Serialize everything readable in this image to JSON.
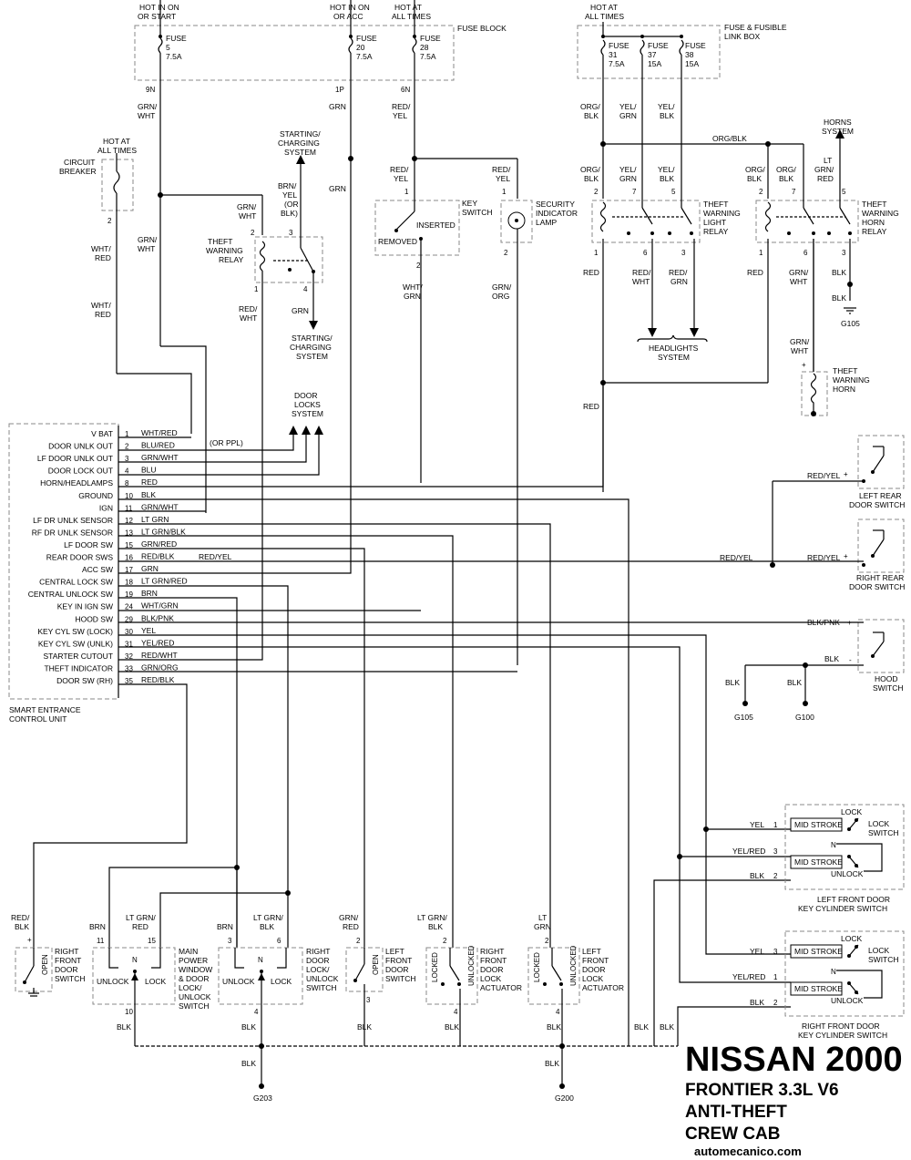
{
  "title": {
    "make": "NISSAN 2000",
    "model": "FRONTIER 3.3L V6",
    "system": "ANTI-THEFT",
    "cab": "CREW CAB",
    "site": "automecanico.com"
  },
  "fuse_block": {
    "title": "FUSE BLOCK",
    "headers": [
      [
        "HOT IN ON",
        "OR START"
      ],
      [
        "HOT IN ON",
        "OR ACC"
      ],
      [
        "HOT AT",
        "ALL TIMES"
      ]
    ],
    "fuses": [
      {
        "label": "FUSE",
        "num": "5",
        "amps": "7.5A",
        "pin": "9N",
        "wire": [
          "GRN/",
          "WHT"
        ]
      },
      {
        "label": "FUSE",
        "num": "20",
        "amps": "7.5A",
        "pin": "1P",
        "wire": [
          "GRN"
        ]
      },
      {
        "label": "FUSE",
        "num": "28",
        "amps": "7.5A",
        "pin": "6N",
        "wire": [
          "RED/",
          "YEL"
        ]
      }
    ]
  },
  "link_box": {
    "header": [
      "HOT AT",
      "ALL TIMES"
    ],
    "title": [
      "FUSE & FUSIBLE",
      "LINK BOX"
    ],
    "fuses": [
      {
        "label": "FUSE",
        "num": "31",
        "amps": "7.5A",
        "wire": [
          "ORG/",
          "BLK"
        ]
      },
      {
        "label": "FUSE",
        "num": "37",
        "amps": "15A",
        "wire": [
          "YEL/",
          "GRN"
        ]
      },
      {
        "label": "FUSE",
        "num": "38",
        "amps": "15A",
        "wire": [
          "YEL/",
          "BLK"
        ]
      }
    ]
  },
  "circuit_breaker": {
    "hot": [
      "HOT AT",
      "ALL TIMES"
    ],
    "name": [
      "CIRCUIT",
      "BREAKER"
    ],
    "pin": "2",
    "wire": [
      "WHT/",
      "RED"
    ]
  },
  "starting_charging": {
    "top": [
      "STARTING/",
      "CHARGING",
      "SYSTEM"
    ],
    "bottom": [
      "STARTING/",
      "CHARGING",
      "SYSTEM"
    ]
  },
  "theft_relay": {
    "name": [
      "THEFT",
      "WARNING",
      "RELAY"
    ],
    "pins": [
      "2",
      "3",
      "1",
      "4"
    ],
    "wires": {
      "in": [
        "GRN/",
        "WHT"
      ],
      "start": [
        "BRN/",
        "YEL",
        "(OR",
        "BLK)"
      ],
      "out1": [
        "RED/",
        "WHT"
      ],
      "out4": [
        "GRN"
      ]
    }
  },
  "key_switch": {
    "name": [
      "KEY",
      "SWITCH"
    ],
    "inserted": "INSERTED",
    "removed": "REMOVED",
    "pins": [
      "1",
      "2"
    ],
    "wire_in": [
      "RED/",
      "YEL"
    ],
    "wire_out": [
      "WHT/",
      "GRN"
    ]
  },
  "security_lamp": {
    "name": [
      "SECURITY",
      "INDICATOR",
      "LAMP"
    ],
    "pins": [
      "1",
      "2"
    ],
    "wire_in": [
      "RED/",
      "YEL"
    ],
    "wire_out": [
      "GRN/",
      "ORG"
    ]
  },
  "light_relay": {
    "name": [
      "THEFT",
      "WARNING",
      "LIGHT",
      "RELAY"
    ],
    "top_pins": [
      "2",
      "7",
      "5"
    ],
    "bottom_pins": [
      "1",
      "6",
      "3"
    ],
    "top_wires": [
      [
        "ORG/",
        "BLK"
      ],
      [
        "YEL/",
        "GRN"
      ],
      [
        "YEL/",
        "BLK"
      ]
    ],
    "bottom_wires": [
      [
        "RED"
      ],
      [
        "RED/",
        "WHT"
      ],
      [
        "RED/",
        "GRN"
      ]
    ]
  },
  "horn_relay": {
    "name": [
      "THEFT",
      "WARNING",
      "HORN",
      "RELAY"
    ],
    "top_pins": [
      "2",
      "7",
      "5"
    ],
    "bottom_pins": [
      "1",
      "6",
      "3"
    ],
    "top_wires": [
      [
        "ORG/",
        "BLK"
      ],
      [
        "ORG/",
        "BLK"
      ],
      [
        "LT",
        "GRN/",
        "RED"
      ]
    ],
    "bottom_wires": [
      [
        "RED"
      ],
      [
        "GRN/",
        "WHT"
      ],
      [
        "BLK"
      ]
    ]
  },
  "org_blk_label": "ORG/BLK",
  "horns": [
    "HORNS",
    "SYSTEM"
  ],
  "headlights": [
    "HEADLIGHTS",
    "SYSTEM"
  ],
  "theft_horn": {
    "name": [
      "THEFT",
      "WARNING",
      "HORN"
    ],
    "wire": [
      "GRN/",
      "WHT"
    ],
    "plus": "+"
  },
  "red_label": "RED",
  "door_locks": [
    "DOOR",
    "LOCKS",
    "SYSTEM"
  ],
  "or_ppl": "(OR PPL)",
  "control_unit": {
    "name": [
      "SMART ENTRANCE",
      "CONTROL UNIT"
    ],
    "pins": [
      {
        "label": "V BAT",
        "pin": "1",
        "wire": "WHT/RED"
      },
      {
        "label": "DOOR UNLK OUT",
        "pin": "2",
        "wire": "BLU/RED"
      },
      {
        "label": "LF DOOR UNLK OUT",
        "pin": "3",
        "wire": "GRN/WHT"
      },
      {
        "label": "DOOR LOCK OUT",
        "pin": "4",
        "wire": "BLU"
      },
      {
        "label": "HORN/HEADLAMPS",
        "pin": "8",
        "wire": "RED"
      },
      {
        "label": "GROUND",
        "pin": "10",
        "wire": "BLK"
      },
      {
        "label": "IGN",
        "pin": "11",
        "wire": "GRN/WHT"
      },
      {
        "label": "LF DR UNLK SENSOR",
        "pin": "12",
        "wire": "LT GRN"
      },
      {
        "label": "RF DR UNLK SENSOR",
        "pin": "13",
        "wire": "LT GRN/BLK"
      },
      {
        "label": "LF DOOR SW",
        "pin": "15",
        "wire": "GRN/RED"
      },
      {
        "label": "REAR DOOR SWS",
        "pin": "16",
        "wire": "RED/BLK"
      },
      {
        "label": "ACC SW",
        "pin": "17",
        "wire": "GRN"
      },
      {
        "label": "CENTRAL LOCK SW",
        "pin": "18",
        "wire": "LT GRN/RED"
      },
      {
        "label": "CENTRAL UNLOCK SW",
        "pin": "19",
        "wire": "BRN"
      },
      {
        "label": "KEY IN IGN SW",
        "pin": "24",
        "wire": "WHT/GRN"
      },
      {
        "label": "HOOD SW",
        "pin": "29",
        "wire": "BLK/PNK"
      },
      {
        "label": "KEY CYL SW (LOCK)",
        "pin": "30",
        "wire": "YEL"
      },
      {
        "label": "KEY CYL SW (UNLK)",
        "pin": "31",
        "wire": "YEL/RED"
      },
      {
        "label": "STARTER CUTOUT",
        "pin": "32",
        "wire": "RED/WHT"
      },
      {
        "label": "THEFT INDICATOR",
        "pin": "33",
        "wire": "GRN/ORG"
      },
      {
        "label": "DOOR SW (RH)",
        "pin": "35",
        "wire": "RED/BLK"
      }
    ],
    "pin16_extra": "RED/YEL"
  },
  "left_rear_door": {
    "name": [
      "LEFT REAR",
      "DOOR SWITCH"
    ],
    "wire": "RED/YEL",
    "plus": "+"
  },
  "right_rear_door": {
    "name": [
      "RIGHT REAR",
      "DOOR SWITCH"
    ],
    "wires": [
      "RED/YEL",
      "RED/YEL"
    ],
    "plus": "+"
  },
  "hood_switch": {
    "name": [
      "HOOD",
      "SWITCH"
    ],
    "wire_plus": "BLK/PNK",
    "wire_minus": "BLK",
    "plus": "+",
    "minus": "-",
    "grounds": [
      {
        "wire": "BLK",
        "name": "G105"
      },
      {
        "wire": "BLK",
        "name": "G100"
      }
    ]
  },
  "g105_top": {
    "wire": "BLK",
    "name": "G105"
  },
  "lf_keycyl": {
    "name": [
      "LEFT FRONT DOOR",
      "KEY CYLINDER SWITCH"
    ],
    "lock": "LOCK",
    "unlock": "UNLOCK",
    "mid1": "MID STROKE",
    "mid2": "MID STROKE",
    "sw": [
      "LOCK",
      "SWITCH"
    ],
    "n": "N",
    "rows": [
      {
        "wire": "YEL",
        "pin": "1"
      },
      {
        "wire": "YEL/RED",
        "pin": "3"
      },
      {
        "wire": "BLK",
        "pin": "2"
      }
    ]
  },
  "rf_keycyl": {
    "name": [
      "RIGHT FRONT DOOR",
      "KEY CYLINDER SWITCH"
    ],
    "lock": "LOCK",
    "unlock": "UNLOCK",
    "mid1": "MID STROKE",
    "mid2": "MID STROKE",
    "sw": [
      "LOCK",
      "SWITCH"
    ],
    "n": "N",
    "rows": [
      {
        "wire": "YEL",
        "pin": "3"
      },
      {
        "wire": "YEL/RED",
        "pin": "1"
      },
      {
        "wire": "BLK",
        "pin": "2"
      }
    ]
  },
  "rf_door_switch": {
    "name": [
      "RIGHT",
      "FRONT",
      "DOOR",
      "SWITCH"
    ],
    "wire": [
      "RED/",
      "BLK"
    ],
    "open": "OPEN",
    "plus": "+"
  },
  "main_power_window": {
    "name": [
      "MAIN",
      "POWER",
      "WINDOW",
      "& DOOR",
      "LOCK/",
      "UNLOCK",
      "SWITCH"
    ],
    "pins": [
      "11",
      "15",
      "10"
    ],
    "wires": [
      [
        "BRN"
      ],
      [
        "LT GRN/",
        "RED"
      ],
      [
        "BLK"
      ]
    ],
    "unlock": "UNLOCK",
    "lock": "LOCK",
    "n": "N"
  },
  "rd_lock_switch": {
    "name": [
      "RIGHT",
      "DOOR",
      "LOCK/",
      "UNLOCK",
      "SWITCH"
    ],
    "pins": [
      "3",
      "6",
      "4"
    ],
    "wires": [
      [
        "BRN"
      ],
      [
        "LT GRN/",
        "BLK"
      ],
      [
        "BLK"
      ]
    ],
    "unlock": "UNLOCK",
    "lock": "LOCK",
    "n": "N"
  },
  "lf_door_switch": {
    "name": [
      "LEFT",
      "FRONT",
      "DOOR",
      "SWITCH"
    ],
    "pins": [
      "2",
      "3"
    ],
    "wires": [
      [
        "GRN/",
        "RED"
      ],
      [
        "BLK"
      ]
    ],
    "open": "OPEN"
  },
  "rf_lock_actuator": {
    "name": [
      "RIGHT",
      "FRONT",
      "DOOR",
      "LOCK",
      "ACTUATOR"
    ],
    "pins": [
      "2",
      "4"
    ],
    "wires": [
      [
        "LT GRN/",
        "BLK"
      ],
      [
        "BLK"
      ]
    ],
    "locked": "LOCKED",
    "unlocked": "UNLOCKED"
  },
  "lf_lock_actuator": {
    "name": [
      "LEFT",
      "FRONT",
      "DOOR",
      "LOCK",
      "ACTUATOR"
    ],
    "pins": [
      "2",
      "4"
    ],
    "wires": [
      [
        "LT",
        "GRN"
      ],
      [
        "BLK"
      ]
    ],
    "locked": "LOCKED",
    "unlocked": "UNLOCKED"
  },
  "bottom_blk": [
    "BLK",
    "BLK"
  ],
  "grounds": [
    {
      "wire": "BLK",
      "name": "G203"
    },
    {
      "wire": "BLK",
      "name": "G200"
    }
  ]
}
